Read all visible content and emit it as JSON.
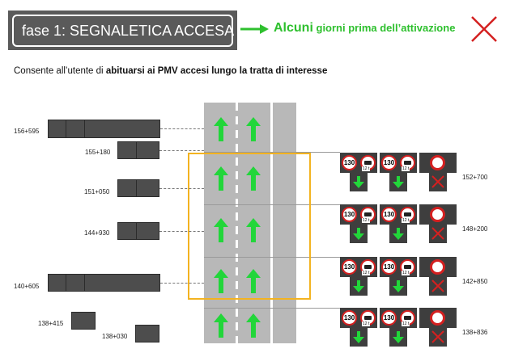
{
  "header": {
    "phase_title": "fase 1: SEGNALETICA ACCESA",
    "note_lead": "Alcuni",
    "note_rest": " giorni prima dell’attivazione",
    "status_icon": "red-x-icon"
  },
  "intro": {
    "text_a": "Consente all’utente di ",
    "text_bold": "abituarsi ai PMV accesi lungo la tratta di interesse"
  },
  "left_markers": [
    "156+595",
    "155+180",
    "151+050",
    "144+930",
    "140+605",
    "138+415",
    "138+030"
  ],
  "gantries": [
    {
      "marker": "152+700",
      "speed": "130",
      "plate": "12 t"
    },
    {
      "marker": "148+200",
      "speed": "130",
      "plate": "12 t"
    },
    {
      "marker": "142+850",
      "speed": "130",
      "plate": "12 t"
    },
    {
      "marker": "138+836",
      "speed": "130",
      "plate": "12 t"
    }
  ],
  "colors": {
    "arrow_green": "#22d63a",
    "highlight": "#f3b320",
    "sign_red": "#d42020",
    "vms_dark": "#4d4d4d",
    "lane_grey": "#b8b8b8"
  }
}
